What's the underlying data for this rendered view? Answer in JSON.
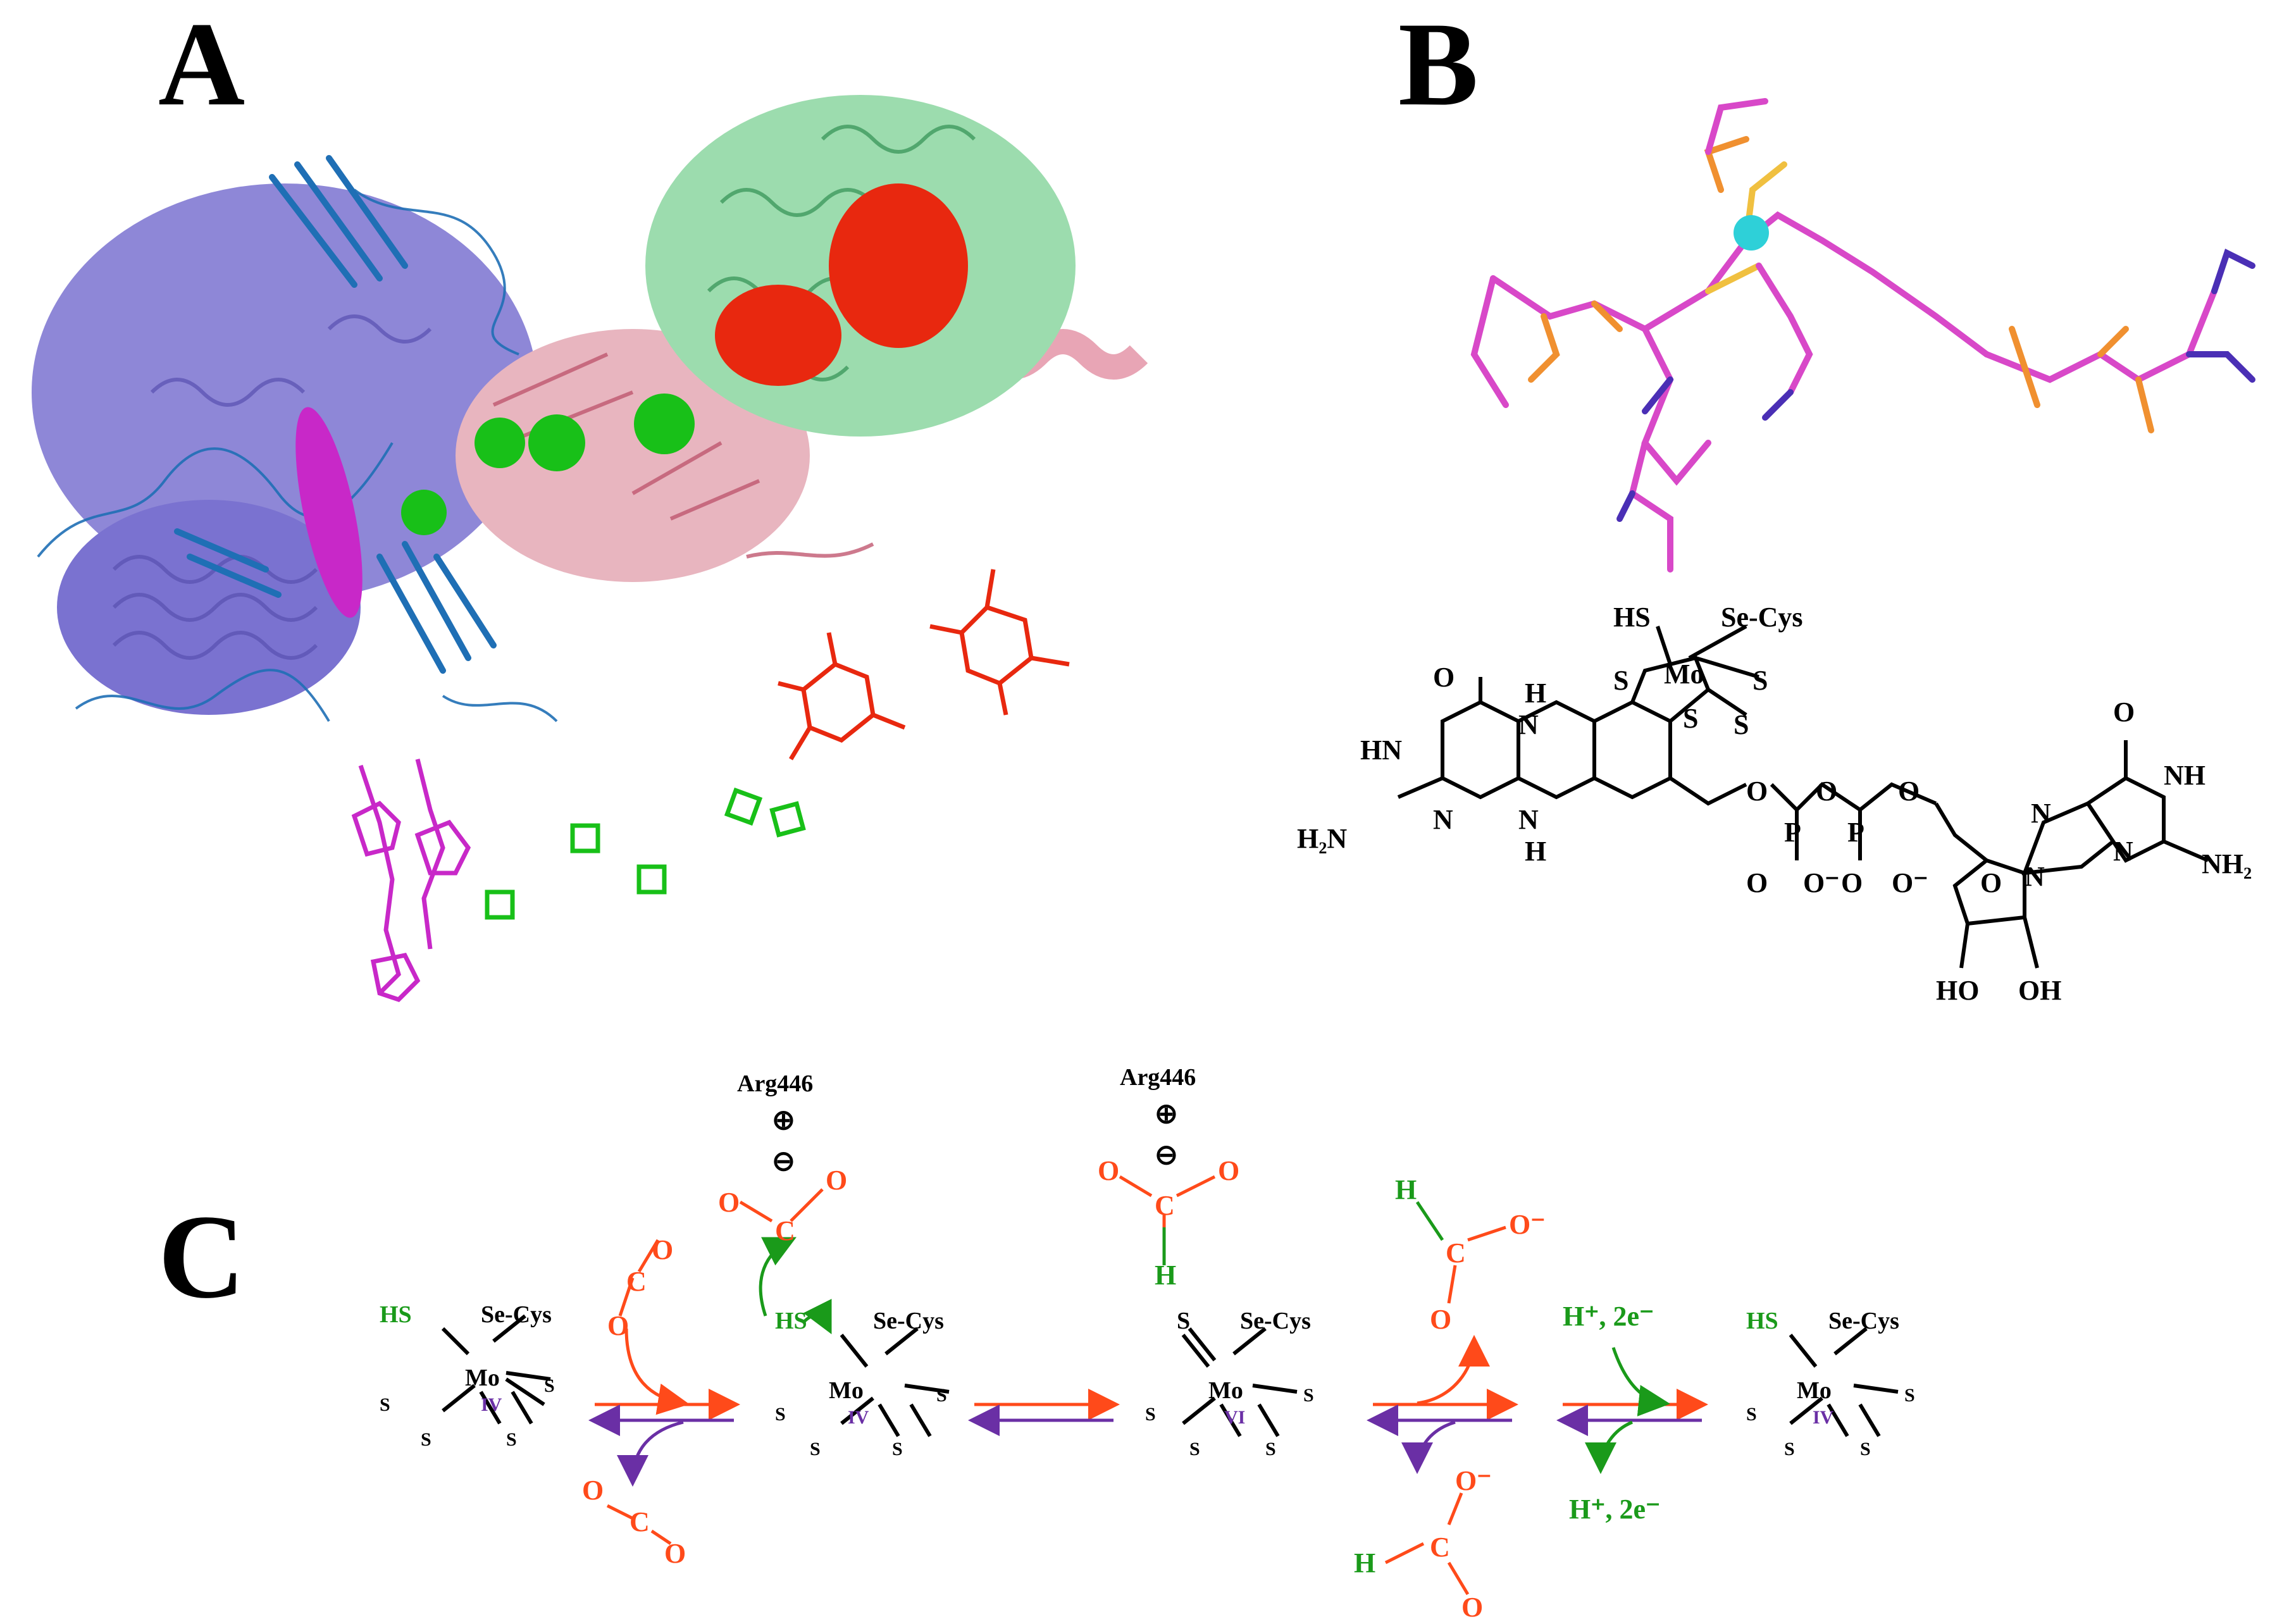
{
  "figure": {
    "panel_labels": [
      "A",
      "B",
      "C"
    ]
  },
  "panel_b": {
    "structure_labels": {
      "hs": "HS",
      "se_cys": "Se-Cys",
      "mo": "Mo",
      "s": "S",
      "o": "O",
      "n": "N",
      "hn": "HN",
      "nh": "NH",
      "h": "H",
      "h2n": "H₂N",
      "nh2": "NH₂",
      "p": "P",
      "o_minus": "O⁻",
      "ho": "HO",
      "oh": "OH"
    }
  },
  "panel_c": {
    "arg_label": "Arg446",
    "plus_symbol": "⊕",
    "minus_symbol": "⊖",
    "hs": "HS",
    "s": "S",
    "se_cys": "Se-Cys",
    "mo": "Mo",
    "oxidation_states": [
      "IV",
      "IV",
      "VI",
      "IV"
    ],
    "o": "O",
    "c": "C",
    "h": "H",
    "o_minus": "O⁻",
    "proton_electron": "H⁺, 2e⁻"
  },
  "colors": {
    "orange_red": "#ff4a1a",
    "green": "#1a9a1a",
    "purple": "#6a2fa5",
    "blue_protein": "#1f6fb5",
    "slate": "#7a72d0",
    "magenta": "#c828c8",
    "salmon": "#d9949f",
    "mint": "#8fd4a2",
    "red_cluster": "#e8280f"
  }
}
